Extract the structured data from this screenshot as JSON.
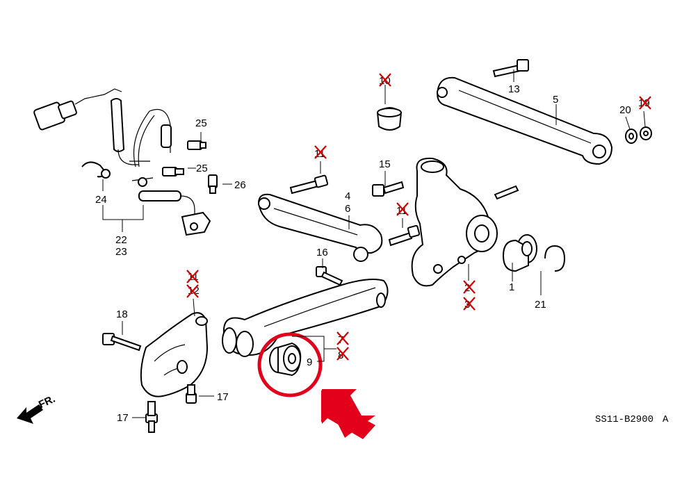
{
  "diagram": {
    "callouts": {
      "n1": "1",
      "n4": "4",
      "n5": "5",
      "n6": "6",
      "n9": "9",
      "n10": "10",
      "n11a": "11",
      "n11b": "11",
      "n12a": "11",
      "n12b": "12",
      "n13": "13",
      "n15": "15",
      "n16": "16",
      "n17a": "17",
      "n17b": "17",
      "n18": "18",
      "n19": "19",
      "n20": "20",
      "n21": "21",
      "n22": "22",
      "n23": "23",
      "n24": "24",
      "n25a": "25",
      "n25b": "25",
      "n26": "26",
      "n7": "7",
      "n8": "8",
      "n2": "2",
      "n3": "3"
    },
    "direction_label": "FR.",
    "drawing_code": "SS11-B2900",
    "drawing_code_suffix": "A",
    "colors": {
      "highlight": "#e2001a",
      "crossout": "#d40000",
      "ink": "#000000"
    }
  }
}
